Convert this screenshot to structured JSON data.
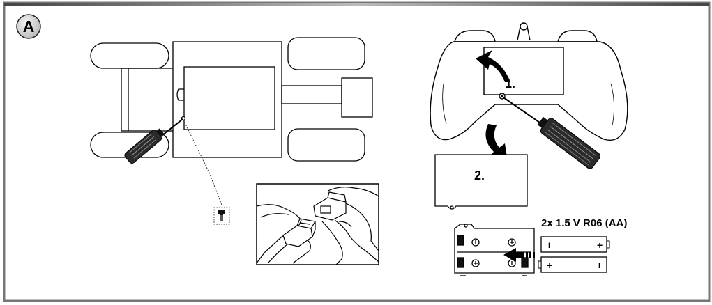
{
  "panel_label": "A",
  "steps": {
    "step1": "1.",
    "step2": "2."
  },
  "battery_spec": "2x 1.5 V R06 (AA)",
  "polarity": {
    "plus": "+",
    "minus": "I"
  },
  "colors": {
    "stroke": "#000000",
    "frame": "#666666",
    "dotted_box": "#555555"
  }
}
